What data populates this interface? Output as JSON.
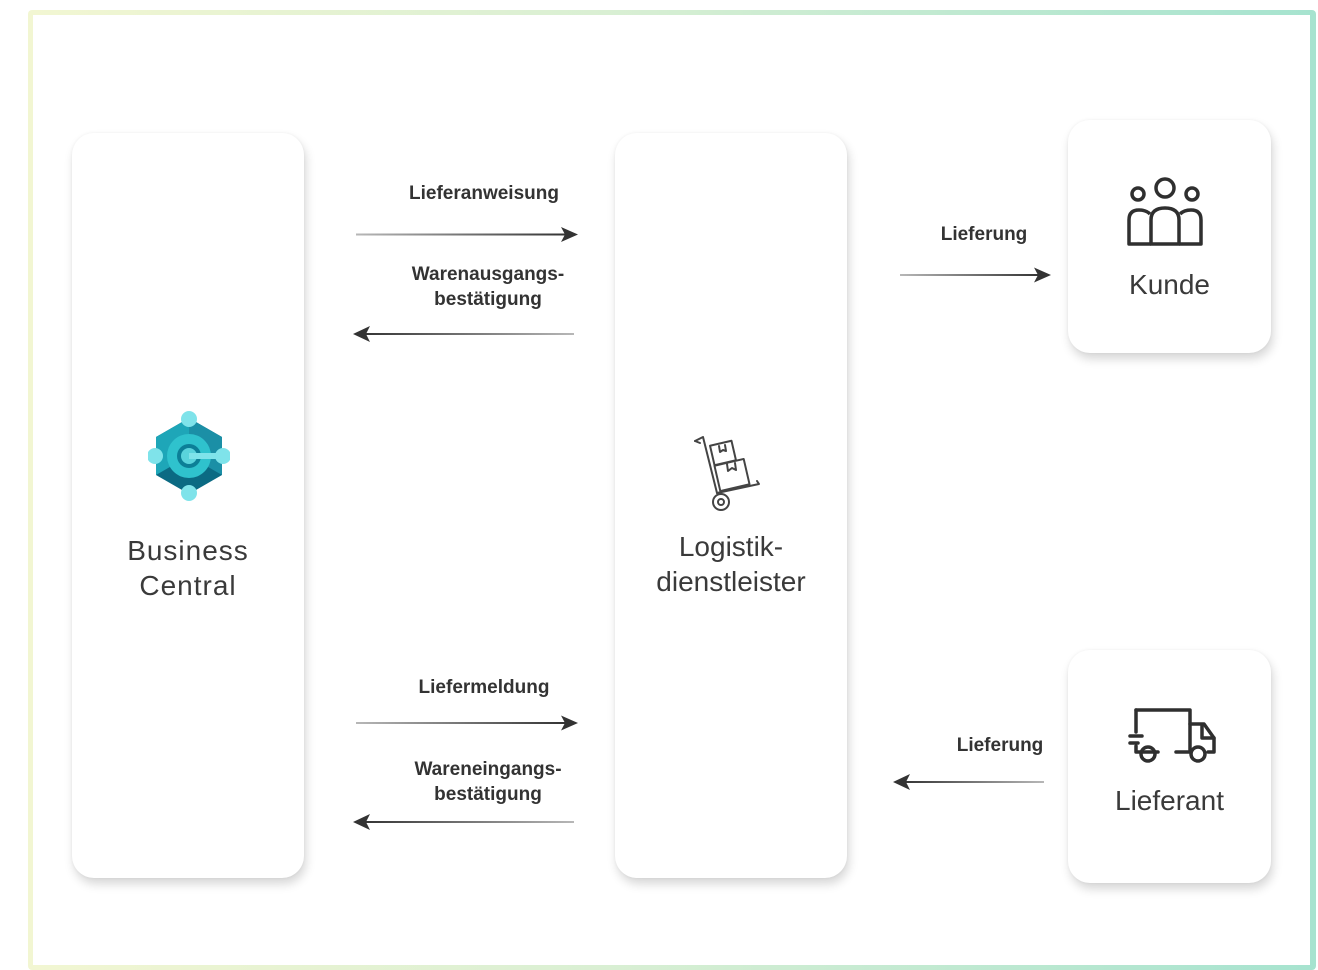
{
  "nodes": {
    "business_central": {
      "label": "Business\nCentral",
      "icon": "business-central-logo-icon"
    },
    "logistics": {
      "label": "Logistik-\ndienstleister",
      "icon": "hand-truck-icon"
    },
    "customer": {
      "label": "Kunde",
      "icon": "people-group-icon"
    },
    "supplier": {
      "label": "Lieferant",
      "icon": "delivery-truck-icon"
    }
  },
  "flows": {
    "delivery_instruction": "Lieferanweisung",
    "goods_issue_confirmation": "Warenausgangs-\nbestätigung",
    "delivery_notification": "Liefermeldung",
    "goods_receipt_confirmation": "Wareneingangs-\nbestätigung",
    "delivery_to_customer": "Lieferung",
    "delivery_from_supplier": "Lieferung"
  },
  "colors": {
    "frame_gradient_start": "#f2f6d2",
    "frame_gradient_end": "#a6e3cf",
    "arrow": "#333333",
    "text": "#3a3a3a",
    "logo_dark": "#0b6a83",
    "logo_mid": "#1ea6b8",
    "logo_light": "#7fe3ea"
  }
}
